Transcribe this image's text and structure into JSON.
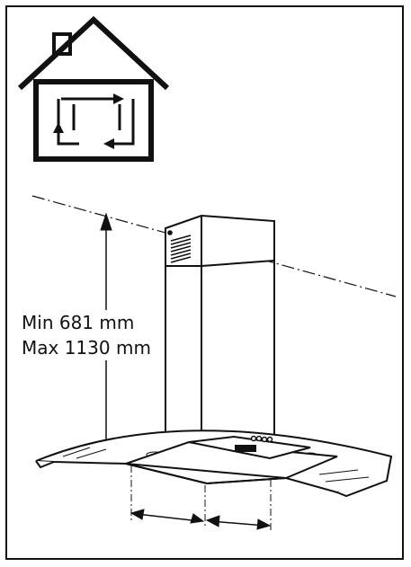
{
  "dimension": {
    "min_label": "Min  681 mm",
    "max_label": "Max 1130 mm"
  },
  "icons": {
    "house": "house-recirculation-icon",
    "hood": "island-cooker-hood-illustration"
  },
  "colors": {
    "line": "#111111",
    "background": "#ffffff"
  }
}
